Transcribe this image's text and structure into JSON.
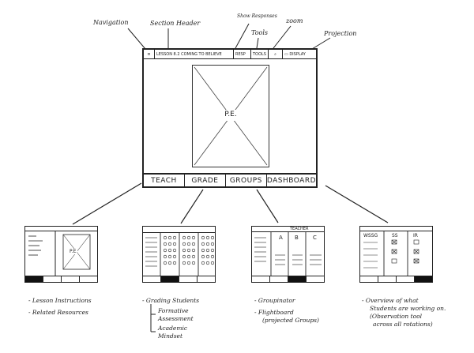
{
  "annotations": {
    "navigation": "Navigation",
    "section_header": "Section Header",
    "show_responses": "Show Responses",
    "tools": "Tools",
    "zoom": "zoom",
    "projection": "Projection"
  },
  "main": {
    "section_header_text": "LESSON 8.2",
    "section_header_subtext": "COMING TO BELIEVE",
    "toolbar_responses": "RESP",
    "toolbar_tools": "TOOLS",
    "display": "DISPLAY",
    "placeholder_label": "P.E.",
    "tabs": [
      "TEACH",
      "GRADE",
      "GROUPS",
      "DASHBOARD"
    ]
  },
  "thumbnails": {
    "teach": {
      "placeholder_label": "P.E."
    },
    "groups": {
      "header": "TEACHER",
      "columns": [
        "A",
        "B",
        "C"
      ]
    },
    "dashboard": {
      "columns": [
        "WSSG",
        "SS",
        "IR"
      ]
    }
  },
  "descriptions": {
    "teach": [
      "- Lesson Instructions",
      "- Related Resources"
    ],
    "grade": [
      "- Grading Students",
      "Formative",
      "Assessment",
      "Academic",
      "Mindset"
    ],
    "groups": [
      "- Groupinator",
      "- Flightboard",
      "(projected Groups)"
    ],
    "dashboard": [
      "- Overview of what",
      "Students are working on.",
      "(Observation tool",
      "across all rotations)"
    ]
  }
}
